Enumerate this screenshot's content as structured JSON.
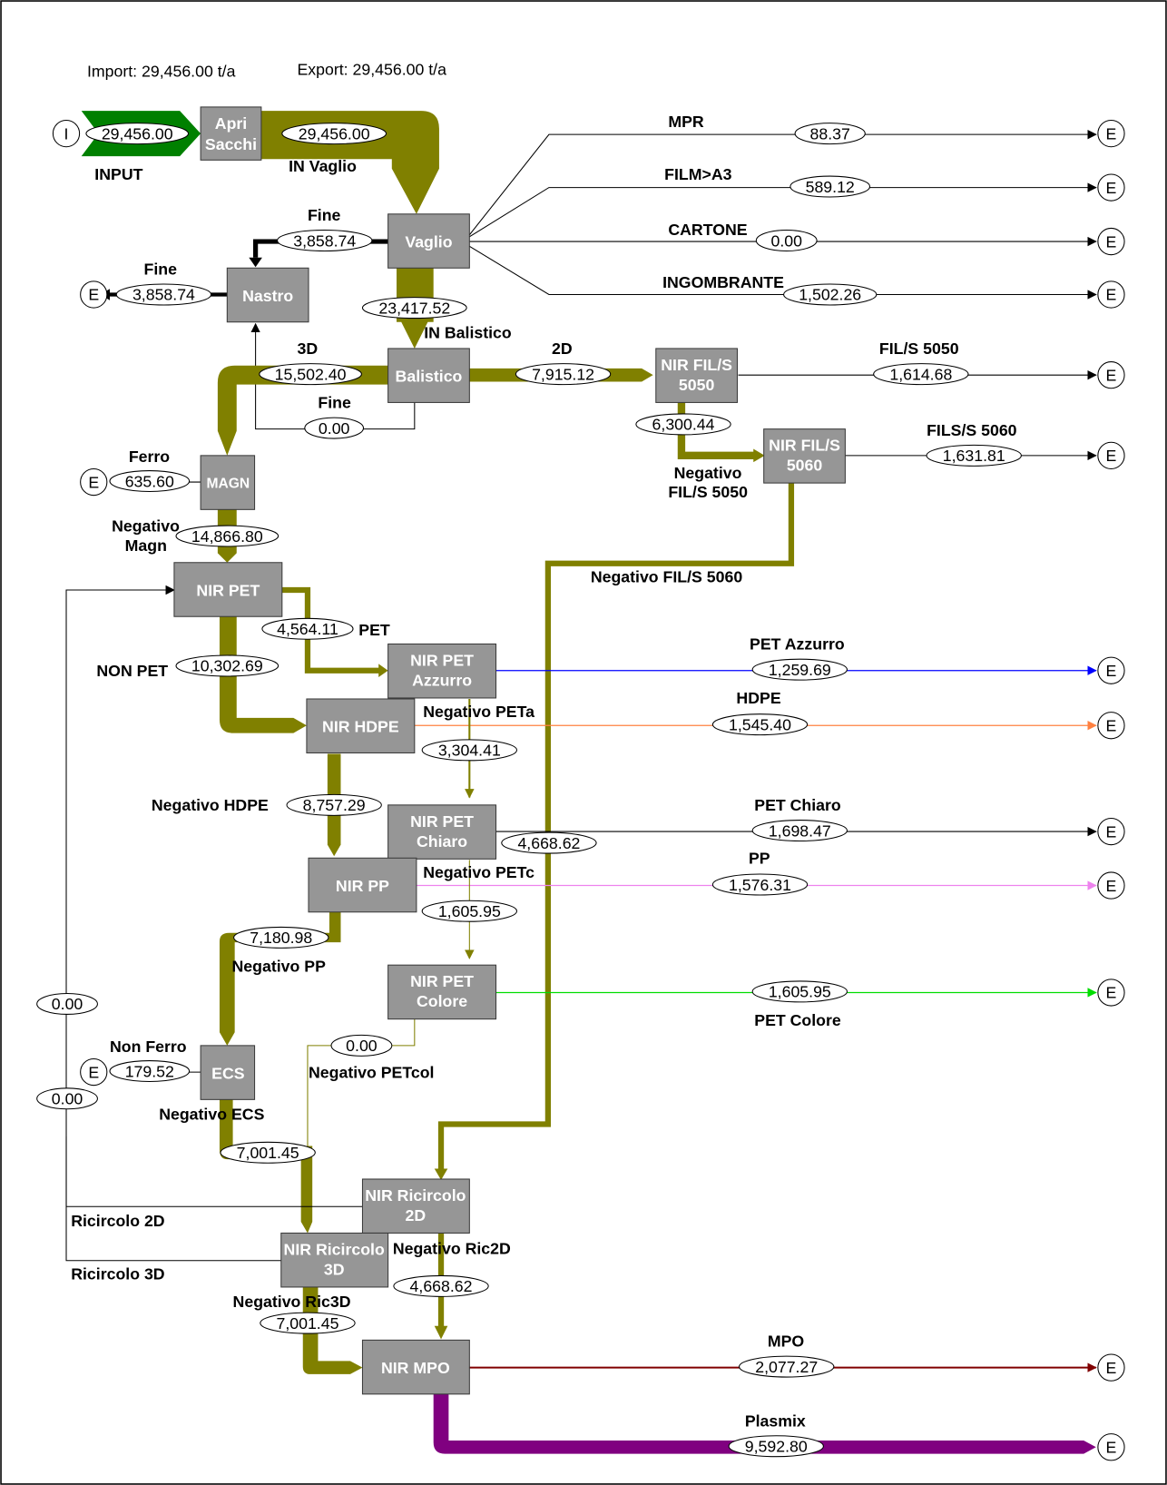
{
  "header": {
    "import_text": "Import: 29,456.00 t/a",
    "export_text": "Export: 29,456.00 t/a"
  },
  "colors": {
    "main_flow": "#808000",
    "input_flow": "#008000",
    "pet_azzurro": "#0000ff",
    "hdpe": "#ff8040",
    "pp": "#ee82ee",
    "pet_colore": "#00dd00",
    "mpo": "#800000",
    "plasmix": "#800080",
    "node_fill": "#969696"
  },
  "nodes": {
    "apri_sacchi": [
      "Apri",
      "Sacchi"
    ],
    "vaglio": [
      "Vaglio"
    ],
    "nastro": [
      "Nastro"
    ],
    "balistico": [
      "Balistico"
    ],
    "nir_fils_5050": [
      "NIR FIL/S",
      "5050"
    ],
    "nir_fils_5060": [
      "NIR FIL/S",
      "5060"
    ],
    "magn": [
      "MAGN"
    ],
    "nir_pet": [
      "NIR PET"
    ],
    "nir_pet_azzurro": [
      "NIR PET",
      "Azzurro"
    ],
    "nir_hdpe": [
      "NIR HDPE"
    ],
    "nir_pet_chiaro": [
      "NIR PET",
      "Chiaro"
    ],
    "nir_pp": [
      "NIR PP"
    ],
    "nir_pet_colore": [
      "NIR PET",
      "Colore"
    ],
    "ecs": [
      "ECS"
    ],
    "nir_ricircolo_2d": [
      "NIR Ricircolo",
      "2D"
    ],
    "nir_ricircolo_3d": [
      "NIR Ricircolo",
      "3D"
    ],
    "nir_mpo": [
      "NIR MPO"
    ]
  },
  "flows": {
    "input": "29,456.00",
    "in_vaglio": "29,456.00",
    "mpr": "88.37",
    "film_a3": "589.12",
    "cartone": "0.00",
    "ingombrante": "1,502.26",
    "fine_vaglio": "3,858.74",
    "fine_nastro": "3,858.74",
    "in_balistico": "23,417.52",
    "bal_3d": "15,502.40",
    "bal_2d": "7,915.12",
    "bal_fine": "0.00",
    "fils_5050": "1,614.68",
    "neg_fils_5050": "6,300.44",
    "fils_5060": "1,631.81",
    "ferro": "635.60",
    "neg_magn": "14,866.80",
    "pet": "4,564.11",
    "non_pet": "10,302.69",
    "pet_azzurro": "1,259.69",
    "hdpe": "1,545.40",
    "neg_peta": "3,304.41",
    "neg_hdpe": "8,757.29",
    "pet_chiaro": "1,698.47",
    "neg_ric2d_in": "4,668.62",
    "pp": "1,576.31",
    "neg_petc": "1,605.95",
    "neg_pp": "7,180.98",
    "pet_colore": "1,605.95",
    "ric_2d": "0.00",
    "neg_petcol": "0.00",
    "non_ferro": "179.52",
    "ric_3d": "0.00",
    "neg_ecs": "7,001.45",
    "neg_ric2d": "4,668.62",
    "neg_ric3d": "7,001.45",
    "mpo": "2,077.27",
    "plasmix": "9,592.80"
  },
  "labels": {
    "input": "INPUT",
    "in_vaglio": "IN Vaglio",
    "mpr": "MPR",
    "film_a3": "FILM>A3",
    "cartone": "CARTONE",
    "ingombrante": "INGOMBRANTE",
    "fine_vaglio": "Fine",
    "fine_nastro": "Fine",
    "in_balistico": "IN Balistico",
    "bal_3d": "3D",
    "bal_2d": "2D",
    "bal_fine": "Fine",
    "fils_5050": "FIL/S 5050",
    "neg_fils_5050_1": "Negativo",
    "neg_fils_5050_2": "FIL/S 5050",
    "fils_5060": "FILS/S 5060",
    "neg_fils_5060": "Negativo FIL/S 5060",
    "ferro": "Ferro",
    "neg_magn_1": "Negativo",
    "neg_magn_2": "Magn",
    "pet": "PET",
    "non_pet": "NON PET",
    "pet_azzurro": "PET Azzurro",
    "neg_peta": "Negativo PETa",
    "hdpe": "HDPE",
    "neg_hdpe": "Negativo HDPE",
    "pet_chiaro": "PET Chiaro",
    "neg_petc": "Negativo PETc",
    "pp": "PP",
    "neg_pp": "Negativo PP",
    "pet_colore": "PET Colore",
    "non_ferro": "Non Ferro",
    "neg_petcol": "Negativo PETcol",
    "neg_ecs": "Negativo ECS",
    "ric_2d": "Ricircolo 2D",
    "ric_3d": "Ricircolo 3D",
    "neg_ric2d": "Negativo Ric2D",
    "neg_ric3d": "Negativo Ric3D",
    "mpo": "MPO",
    "plasmix": "Plasmix"
  },
  "terminals": {
    "input": "I",
    "export": "E"
  }
}
